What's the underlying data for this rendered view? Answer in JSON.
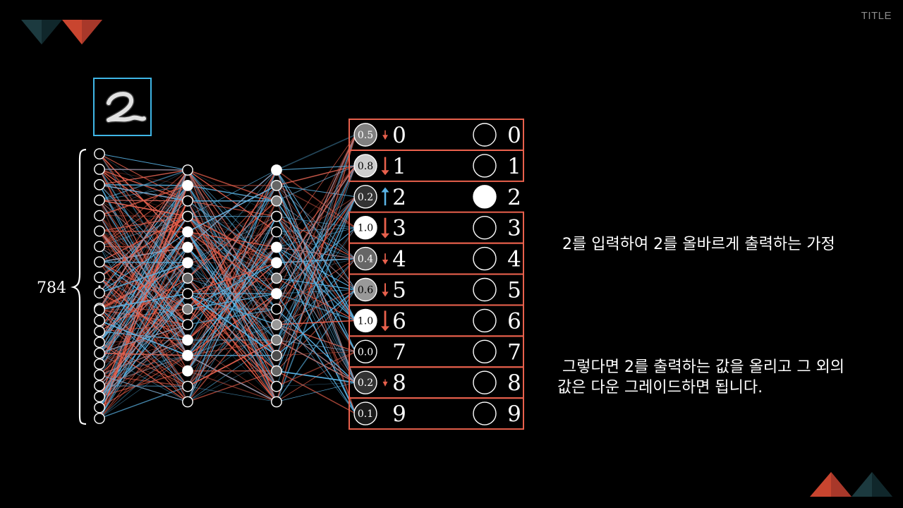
{
  "slide": {
    "title_label": "TITLE",
    "input_layer_count": "784",
    "input_digit_glyph": "2",
    "colors": {
      "background": "#000000",
      "highlight_box": "#e8604c",
      "input_box": "#3fb6e6",
      "weight_positive": "#5ab4e6",
      "weight_negative": "#e8604c",
      "arrow_up": "#5ab4e6",
      "arrow_down": "#e8604c",
      "deco_teal": "#1c3a3f",
      "deco_red": "#c9452f"
    }
  },
  "network": {
    "input_top_activations": [
      0,
      0,
      0,
      0,
      0,
      0,
      0,
      0,
      0,
      0,
      0
    ],
    "input_bottom_activations": [
      0,
      0,
      0,
      0,
      0,
      0,
      0,
      0,
      0,
      0,
      0
    ],
    "hidden1_activations": [
      0,
      1,
      0,
      0,
      1,
      1,
      1,
      0.4,
      0,
      0.5,
      0,
      1,
      1,
      1,
      0,
      0
    ],
    "hidden2_activations": [
      1,
      0.4,
      0.5,
      0,
      0,
      1,
      1,
      0.5,
      1,
      0,
      0.6,
      0.5,
      0.3,
      0.4,
      0,
      0
    ],
    "outputs": [
      {
        "label": "0",
        "current": "0.5",
        "activation": 0.5,
        "direction": "down",
        "magnitude": 0.3,
        "target_active": false,
        "highlighted": true
      },
      {
        "label": "1",
        "current": "0.8",
        "activation": 0.8,
        "direction": "down",
        "magnitude": 0.85,
        "target_active": false,
        "highlighted": true
      },
      {
        "label": "2",
        "current": "0.2",
        "activation": 0.2,
        "direction": "up",
        "magnitude": 0.85,
        "target_active": true,
        "highlighted": false
      },
      {
        "label": "3",
        "current": "1.0",
        "activation": 1.0,
        "direction": "down",
        "magnitude": 1.0,
        "target_active": false,
        "highlighted": true
      },
      {
        "label": "4",
        "current": "0.4",
        "activation": 0.4,
        "direction": "down",
        "magnitude": 0.4,
        "target_active": false,
        "highlighted": true
      },
      {
        "label": "5",
        "current": "0.6",
        "activation": 0.6,
        "direction": "down",
        "magnitude": 0.55,
        "target_active": false,
        "highlighted": true
      },
      {
        "label": "6",
        "current": "1.0",
        "activation": 1.0,
        "direction": "down",
        "magnitude": 1.0,
        "target_active": false,
        "highlighted": true
      },
      {
        "label": "7",
        "current": "0.0",
        "activation": 0.0,
        "direction": "none",
        "magnitude": 0,
        "target_active": false,
        "highlighted": true
      },
      {
        "label": "8",
        "current": "0.2",
        "activation": 0.2,
        "direction": "down",
        "magnitude": 0.15,
        "target_active": false,
        "highlighted": true
      },
      {
        "label": "9",
        "current": "0.1",
        "activation": 0.1,
        "direction": "none",
        "magnitude": 0,
        "target_active": false,
        "highlighted": true
      }
    ]
  },
  "annotation": {
    "line1": " 2를 입력하여 2를 올바르게 출력하는 가정",
    "line2": " 그렇다면 2를 출력하는 값을 올리고 그 외의 값은 다운 그레이드하면 됩니다."
  }
}
